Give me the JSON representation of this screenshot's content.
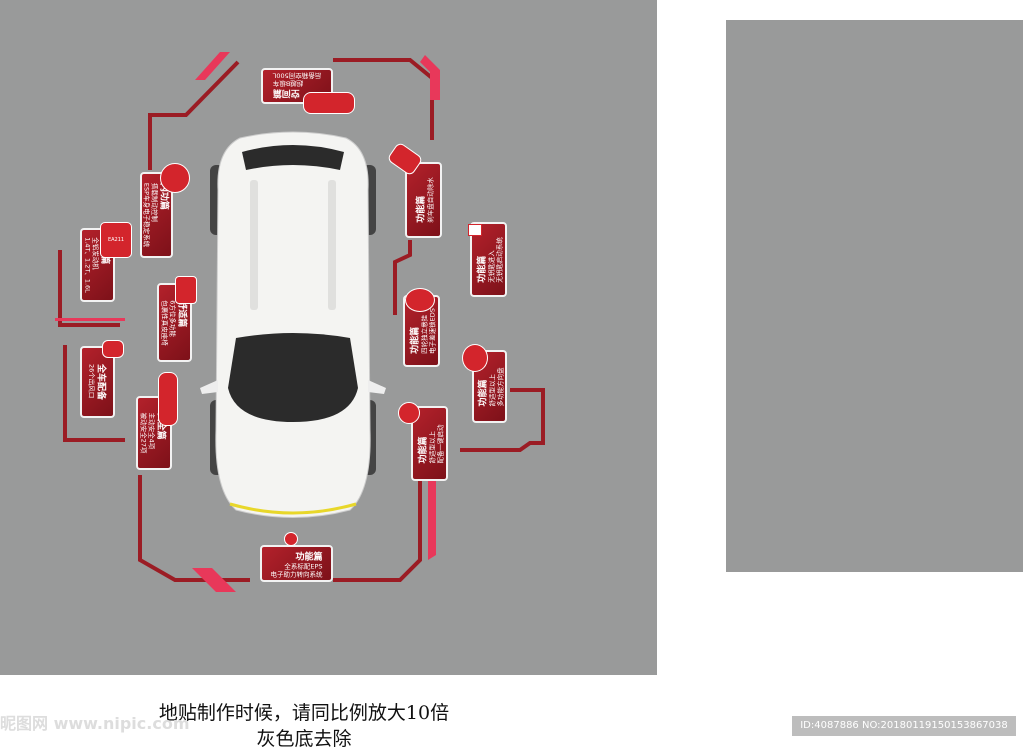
{
  "cards": [
    {
      "title": "空间篇",
      "lines": [
        "超越B级车",
        "后备箱空间500L"
      ]
    },
    {
      "title": "内功篇",
      "lines": [
        "搭载制动控制",
        "ESP车身电子稳定系统"
      ]
    },
    {
      "title": "性能篇",
      "lines": [
        "全铝发动机",
        "1.4T、1.2T、1.6L"
      ]
    },
    {
      "title": "舒适篇",
      "lines": [
        "6方位多功能",
        "包裹性真皮座椅"
      ]
    },
    {
      "title": "全车配备",
      "lines": [
        "26个出风口"
      ]
    },
    {
      "title": "安全篇",
      "lines": [
        "主动安全4项",
        "被动安全27项"
      ]
    },
    {
      "title": "功能篇",
      "lines": [
        "全系标配EPS",
        "电子助力转向系统"
      ]
    },
    {
      "title": "功能篇",
      "lines": [
        "刹车盘自动除水"
      ]
    },
    {
      "title": "功能篇",
      "lines": [
        "无钥匙进入",
        "无钥匙启动系统"
      ]
    },
    {
      "title": "功能篇",
      "lines": [
        "四轮独立悬挂",
        "电子差速锁EDS"
      ]
    },
    {
      "title": "功能篇",
      "lines": [
        "舒适型以上",
        "多功能方向盘"
      ]
    },
    {
      "title": "功能篇",
      "lines": [
        "舒适型以上",
        "配备一键启动"
      ]
    }
  ],
  "icon_labels": {
    "engine": "EA211"
  },
  "note": {
    "line1": "地贴制作时候，请同比例放大10倍",
    "line2": "灰色底去除"
  },
  "watermark": "昵图网 www.nipic.com",
  "image_id": "ID:4087886 NO:20180119150153867038",
  "colors": {
    "dark_red": "#9b1c24",
    "pink": "#e8385a",
    "gray": "#999a9a"
  }
}
